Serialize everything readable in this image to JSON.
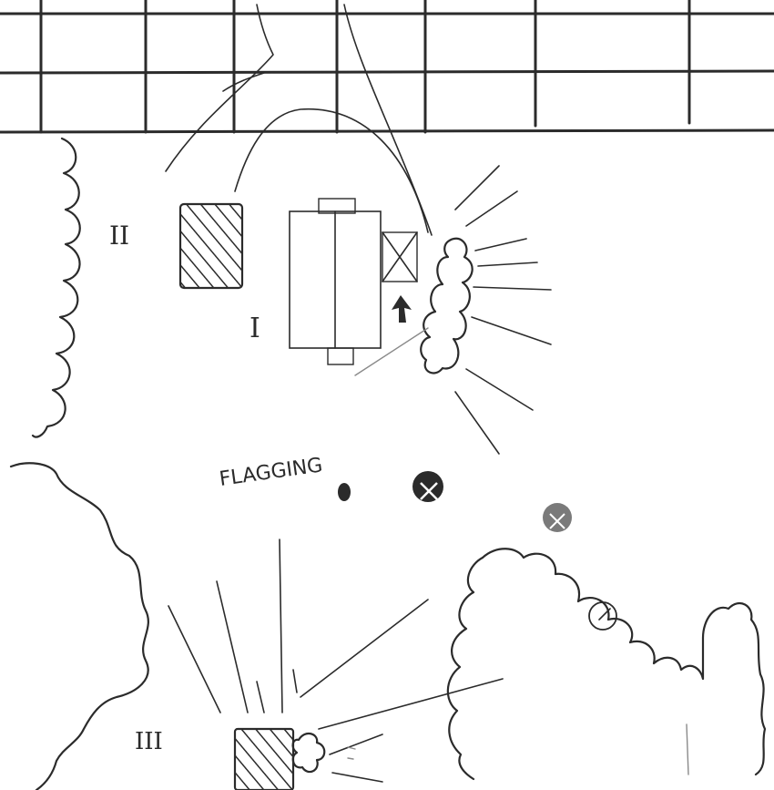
{
  "labels": {
    "block_one": "I",
    "block_two": "II",
    "block_three": "III",
    "flagging": "FLAGGING"
  },
  "colors": {
    "ink": "#2b2b2b",
    "paper": "#ffffff",
    "light_ink": "#8a8a8a"
  }
}
